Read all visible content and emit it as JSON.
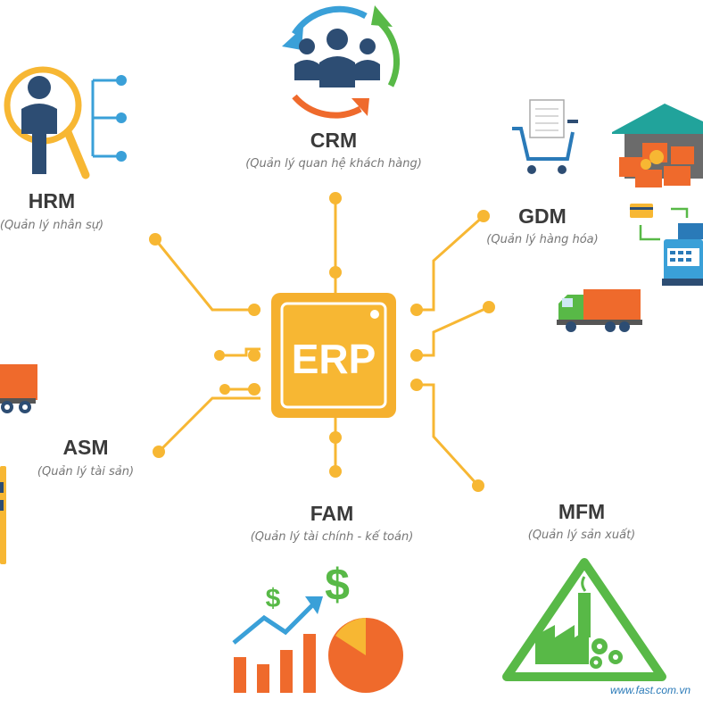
{
  "center": {
    "label": "ERP"
  },
  "modules": [
    {
      "code": "CRM",
      "desc": "(Quản lý quan hệ khách hàng)"
    },
    {
      "code": "HRM",
      "desc": "(Quản lý nhân sự)"
    },
    {
      "code": "GDM",
      "desc": "(Quản lý hàng hóa)"
    },
    {
      "code": "ASM",
      "desc": "(Quản lý tài sản)"
    },
    {
      "code": "FAM",
      "desc": "(Quản lý tài chính - kế toán)"
    },
    {
      "code": "MFM",
      "desc": "(Quản lý sản xuất)"
    }
  ],
  "currency_symbols": [
    "$",
    "$"
  ],
  "website": "www.fast.com.vn",
  "colors": {
    "circuit": "#f7b733",
    "chip_fill": "#f5b02e",
    "chip_inner": "#f7b733",
    "navy": "#2d4d73",
    "orange": "#ef6a2c",
    "green": "#58b947",
    "teal": "#21a39b",
    "blue_accent": "#3aa0d8",
    "title_text": "#3a3a3a",
    "subtitle_text": "#777777"
  }
}
